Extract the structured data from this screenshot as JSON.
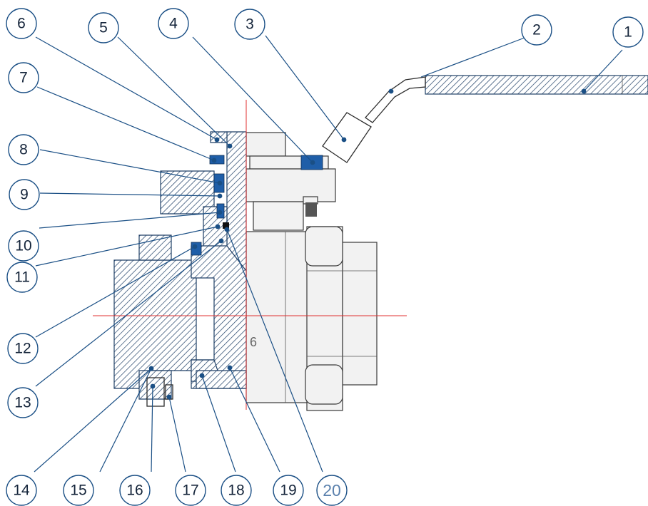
{
  "colors": {
    "leader": "#1a4f85",
    "hatch": "#1f3f66",
    "seal": "#1f5ea8",
    "centerline": "#e03030",
    "callout_20_text": "#5a80ad"
  },
  "callouts": {
    "c1": "1",
    "c2": "2",
    "c3": "3",
    "c4": "4",
    "c5": "5",
    "c6": "6",
    "c7": "7",
    "c8": "8",
    "c9": "9",
    "c10": "10",
    "c11": "11",
    "c12": "12",
    "c13": "13",
    "c14": "14",
    "c15": "15",
    "c16": "16",
    "c17": "17",
    "c18": "18",
    "c19": "19",
    "c20": "20"
  },
  "body_marking": "6"
}
